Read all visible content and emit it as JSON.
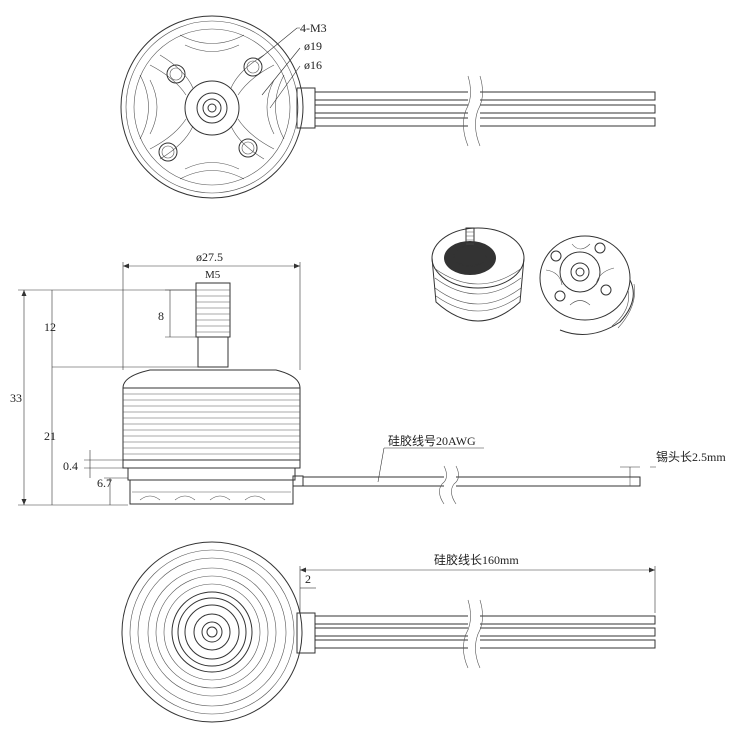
{
  "top_view": {
    "hole_label": "4-M3",
    "pcd_outer": "ø19",
    "pcd_inner": "ø16"
  },
  "side_view": {
    "diameter": "ø27.5",
    "thread": "M5",
    "shaft_length": "8",
    "total_height": "33",
    "shaft_height": "12",
    "body_height": "21",
    "base_gap": "0.4",
    "base_height": "6.7",
    "wire_gauge": "硅胶线号20AWG",
    "tin_length": "锡头长2.5mm"
  },
  "bottom_view": {
    "wire_length": "硅胶线长160mm",
    "wire_offset": "2"
  },
  "colors": {
    "line": "#333333",
    "bg": "#ffffff"
  }
}
